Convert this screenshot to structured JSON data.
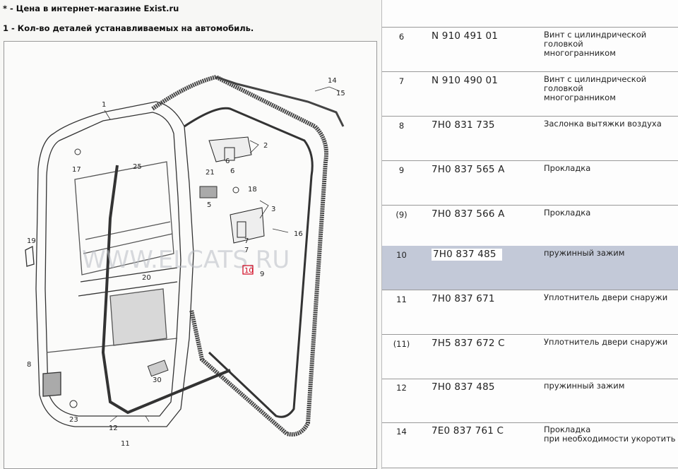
{
  "legend": [
    {
      "mark": "*",
      "text": "- Цена в интернет-магазине Exist.ru"
    },
    {
      "mark": "1",
      "text": "- Кол-во деталей устанавливаемых на автомобиль."
    }
  ],
  "diagram": {
    "watermark": "WWW.ELCATS.RU",
    "callouts": [
      "1",
      "2",
      "3",
      "5",
      "6",
      "7",
      "9",
      "10",
      "11",
      "12",
      "14",
      "15",
      "16",
      "17",
      "18",
      "19",
      "20",
      "21",
      "23",
      "25",
      "30",
      "8",
      "6",
      "7"
    ],
    "highlighted_callout": "10"
  },
  "parts": [
    {
      "pos": "6",
      "number": "N  910 491 01",
      "desc": [
        "Винт с цилиндрической головкой",
        "многогранником"
      ],
      "selected": false
    },
    {
      "pos": "7",
      "number": "N  910 490 01",
      "desc": [
        "Винт с цилиндрической головкой",
        "многогранником"
      ],
      "selected": false
    },
    {
      "pos": "8",
      "number": "7H0 831 735",
      "desc": [
        "Заслонка вытяжки воздуха"
      ],
      "selected": false
    },
    {
      "pos": "9",
      "number": "7H0 837 565 A",
      "desc": [
        "Прокладка"
      ],
      "selected": false
    },
    {
      "pos": "(9)",
      "number": "7H0 837 566 A",
      "desc": [
        "Прокладка"
      ],
      "selected": false
    },
    {
      "pos": "10",
      "number": "7H0 837 485",
      "desc": [
        "пружинный зажим"
      ],
      "selected": true
    },
    {
      "pos": "11",
      "number": "7H0 837 671",
      "desc": [
        "Уплотнитель двери снаружи"
      ],
      "selected": false
    },
    {
      "pos": "(11)",
      "number": "7H5 837 672 C",
      "desc": [
        "Уплотнитель двери снаружи"
      ],
      "selected": false
    },
    {
      "pos": "12",
      "number": "7H0 837 485",
      "desc": [
        "пружинный зажим"
      ],
      "selected": false
    },
    {
      "pos": "14",
      "number": "7E0 837 761 C",
      "desc": [
        "Прокладка",
        "при необходимости укоротить"
      ],
      "selected": false
    }
  ]
}
